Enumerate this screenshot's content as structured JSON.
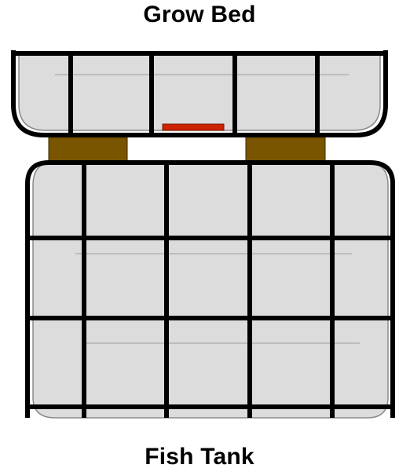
{
  "labels": {
    "grow_bed": "Grow Bed",
    "fish_tank": "Fish Tank"
  },
  "colors": {
    "tank_fill": "#dcdcdc",
    "cage": "#000000",
    "support_blocks": "#7a5500",
    "drain_outlet": "#cc2200",
    "water_line": "#bdbdbd"
  },
  "components": [
    "grow-bed",
    "fish-tank",
    "support-blocks",
    "drain-outlet"
  ]
}
